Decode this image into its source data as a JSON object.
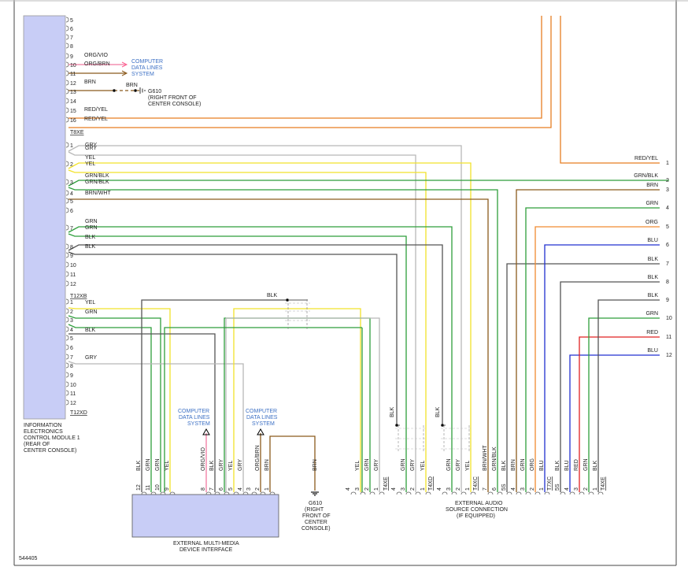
{
  "figure_id": "544405",
  "colors": {
    "ORG/VIO": "#f07aa0",
    "ORG/BRN": "#8b5a1c",
    "BRN": "#8b5a1c",
    "RED/YEL": "#e67e22",
    "GRY": "#b8b8b8",
    "YEL": "#f2e22a",
    "GRN/BLK": "#2e9e3b",
    "BRN/WHT": "#8b5a1c",
    "GRN": "#2e9e3b",
    "BLK": "#555555",
    "ORG": "#f08a30",
    "BLU": "#2030d0",
    "RED": "#e02020",
    "YELx": "#f2e22a"
  },
  "module1": {
    "name_lines": [
      "INFORMATION",
      "ELECTRONICS",
      "CONTROL MODULE 1",
      "(REAR OF",
      "CENTER CONSOLE)"
    ],
    "top_pins": [
      {
        "pin": "5",
        "label": ""
      },
      {
        "pin": "6",
        "label": ""
      },
      {
        "pin": "7",
        "label": ""
      },
      {
        "pin": "8",
        "label": ""
      },
      {
        "pin": "9",
        "label": "ORG/VIO"
      },
      {
        "pin": "10",
        "label": "ORG/BRN"
      },
      {
        "pin": "11",
        "label": ""
      },
      {
        "pin": "12",
        "label": "BRN"
      },
      {
        "pin": "13",
        "label": ""
      },
      {
        "pin": "14",
        "label": ""
      },
      {
        "pin": "15",
        "label": "RED/YEL"
      },
      {
        "pin": "16",
        "label": "RED/YEL"
      }
    ],
    "conn_a": "T8XE",
    "a_pins": [
      {
        "pin": "1",
        "label": "GRY"
      },
      {
        "pin": "",
        "label": "GRY"
      },
      {
        "pin": "",
        "label": "YEL"
      },
      {
        "pin": "2",
        "label": "YEL"
      },
      {
        "pin": "",
        "label": "GRN/BLK"
      },
      {
        "pin": "3",
        "label": "GRN/BLK"
      },
      {
        "pin": "4",
        "label": "BRN/WHT"
      },
      {
        "pin": "5",
        "label": ""
      },
      {
        "pin": "6",
        "label": ""
      },
      {
        "pin": "",
        "label": "GRN"
      },
      {
        "pin": "7",
        "label": "GRN"
      },
      {
        "pin": "",
        "label": "BLK"
      },
      {
        "pin": "8",
        "label": "BLK"
      },
      {
        "pin": "9",
        "label": ""
      },
      {
        "pin": "10",
        "label": ""
      },
      {
        "pin": "11",
        "label": ""
      },
      {
        "pin": "12",
        "label": ""
      }
    ],
    "conn_b": "T12XB",
    "b_pins": [
      {
        "pin": "1",
        "label": "YEL"
      },
      {
        "pin": "2",
        "label": "GRN"
      },
      {
        "pin": "3",
        "label": ""
      },
      {
        "pin": "4",
        "label": "BLK"
      },
      {
        "pin": "5",
        "label": ""
      },
      {
        "pin": "6",
        "label": ""
      },
      {
        "pin": "7",
        "label": "GRY"
      },
      {
        "pin": "8",
        "label": ""
      },
      {
        "pin": "9",
        "label": ""
      },
      {
        "pin": "10",
        "label": ""
      },
      {
        "pin": "11",
        "label": ""
      },
      {
        "pin": "12",
        "label": ""
      }
    ],
    "conn_c": "T12XD"
  },
  "data_lines_top": [
    "COMPUTER",
    "DATA LINES",
    "SYSTEM"
  ],
  "ground_top": {
    "wire": "BRN",
    "name": "G610",
    "loc_lines": [
      "(RIGHT FRONT OF",
      "CENTER CONSOLE)"
    ]
  },
  "shield_blk_label": "BLK",
  "right_pins": [
    {
      "pin": "1",
      "label": "RED/YEL"
    },
    {
      "pin": "2",
      "label": "GRN/BLK"
    },
    {
      "pin": "3",
      "label": "BRN"
    },
    {
      "pin": "4",
      "label": "GRN"
    },
    {
      "pin": "5",
      "label": "ORG"
    },
    {
      "pin": "6",
      "label": "BLU"
    },
    {
      "pin": "7",
      "label": "BLK"
    },
    {
      "pin": "8",
      "label": "BLK"
    },
    {
      "pin": "9",
      "label": "BLK"
    },
    {
      "pin": "10",
      "label": "GRN"
    },
    {
      "pin": "11",
      "label": "RED"
    },
    {
      "pin": "12",
      "label": "BLU"
    }
  ],
  "device": {
    "name_lines": [
      "EXTERNAL MULTI-MEDIA",
      "DEVICE INTERFACE"
    ],
    "wires_a": [
      "BLK",
      "GRN",
      "GRN",
      "YEL"
    ],
    "pins_a": [
      "12",
      "11",
      "10",
      "9"
    ],
    "wires_b": [
      "ORG/VIO",
      "BLK",
      "GRY",
      "YEL"
    ],
    "pins_b": [
      "8",
      "7",
      "6",
      "5"
    ],
    "wires_c": [
      "GRY",
      "ORG/BRN",
      "BRN"
    ],
    "pins_c": [
      "4",
      "3",
      "2",
      "1"
    ],
    "data_lines_left": [
      "COMPUTER",
      "DATA LINES",
      "SYSTEM"
    ],
    "data_lines_right": [
      "COMPUTER",
      "DATA LINES",
      "SYSTEM"
    ]
  },
  "ground_bottom": {
    "wire": "BRN",
    "name": "G610",
    "loc_lines": [
      "(RIGHT",
      "FRONT OF",
      "CENTER",
      "CONSOLE)"
    ]
  },
  "audio": {
    "name_lines": [
      "EXTERNAL AUDIO",
      "SOURCE CONNECTION",
      "(IF EQUIPPED)"
    ],
    "t4xe": {
      "conn": "T4XE",
      "pins": [
        "4",
        "3",
        "2",
        "1"
      ],
      "wires": [
        "YEL",
        "GRN",
        "GRY"
      ]
    },
    "t4xd": {
      "conn": "T4XD",
      "pins": [
        "4",
        "3",
        "2",
        "1"
      ],
      "wires": [
        "GRN",
        "GRY",
        "YEL"
      ],
      "blk": "BLK"
    },
    "t4xc": {
      "conn": "T4XC",
      "pins": [
        "4",
        "3",
        "2",
        "1"
      ],
      "wires": [
        "GRN",
        "GRY",
        "YEL"
      ],
      "blk": "BLK"
    },
    "t7xc": {
      "conn": "T7XC",
      "pins": [
        "7",
        "6",
        "5S",
        "4",
        "3",
        "2",
        "1"
      ],
      "wires": [
        "BRN/WHT",
        "GRN/BLK",
        "BLK",
        "BRN",
        "GRN",
        "ORG",
        "BLU"
      ]
    },
    "t4xe2": {
      "conn": "T4XE",
      "pins": [
        "5S",
        "4",
        "3",
        "2",
        "1"
      ],
      "wires": [
        "BLK",
        "BLU",
        "RED",
        "GRN",
        "BLK"
      ]
    }
  }
}
